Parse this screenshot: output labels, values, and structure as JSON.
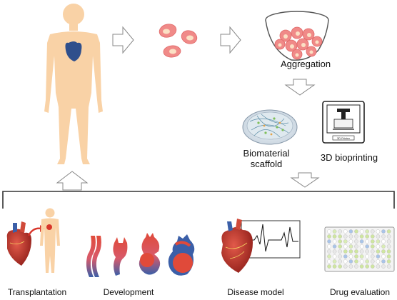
{
  "process": {
    "aggregation_label": "Aggregation",
    "scaffold_label_line1": "Biomaterial",
    "scaffold_label_line2": "scaffold",
    "bioprinting_label": "3D bioprinting",
    "printer_tag": "3D Printer"
  },
  "applications": {
    "transplantation_label": "Transplantation",
    "development_label": "Development",
    "disease_model_label": "Disease model",
    "drug_evaluation_label": "Drug evaluation"
  },
  "colors": {
    "skin": "#f9d2a6",
    "heart_dark": "#2f4f8c",
    "cell_fill": "#f08a88",
    "cell_nucleus": "#fbe0c4",
    "heart_red": "#c8302a",
    "vessel_blue": "#3b5fa8",
    "arrow_outline": "#888888"
  }
}
